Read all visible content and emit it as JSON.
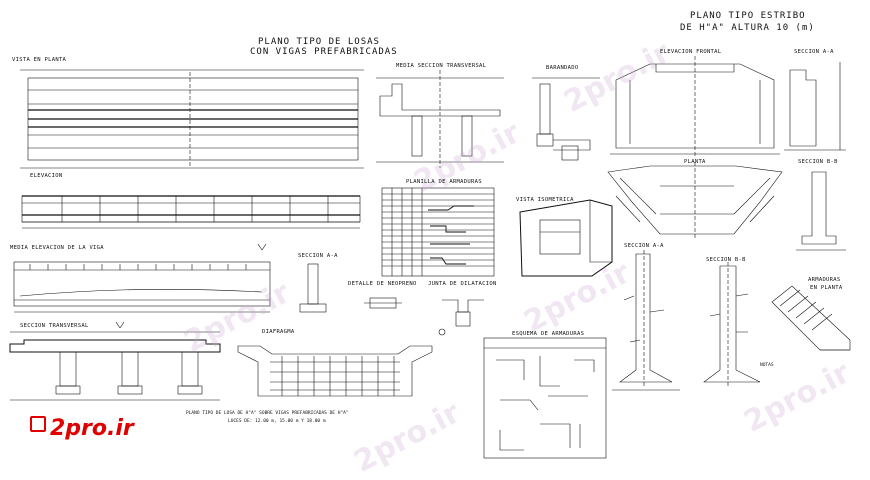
{
  "titles": {
    "losas_l1": "PLANO TIPO DE LOSAS",
    "losas_l2": "CON VIGAS PREFABRICADAS",
    "estribo_l1": "PLANO TIPO ESTRIBO",
    "estribo_l2": "DE H\"A\" ALTURA 10 (m)"
  },
  "labels": {
    "vista_planta": "VISTA EN PLANTA",
    "media_seccion": "MEDIA SECCION TRANSVERSAL",
    "barandado": "BARANDADO",
    "elevacion_frontal": "ELEVACION FRONTAL",
    "seccion_aa_top": "SECCION A-A",
    "elevacion": "ELEVACION",
    "planilla": "PLANILLA DE ARMADURAS",
    "planta": "PLANTA",
    "seccion_bb_top": "SECCION B-B",
    "vista_isometrica": "VISTA ISOMETRICA",
    "media_elevacion": "MEDIA ELEVACION DE LA VIGA",
    "seccion_aa_mid": "SECCION A-A",
    "seccion_aa_right": "SECCION A-A",
    "seccion_bb_right": "SECCION B-B",
    "detalle_neopreno": "DETALLE DE NEOPRENO",
    "junta_dilatacion": "JUNTA DE DILATACION",
    "armaduras_planta_l1": "ARMADURAS",
    "armaduras_planta_l2": "EN PLANTA",
    "seccion_transversal": "SECCION TRANSVERSAL",
    "diafragma": "DIAFRAGMA",
    "esquema_armaduras": "ESQUEMA DE ARMADURAS",
    "notas": "NOTAS",
    "footer_l1": "PLANO TIPO DE LOSA DE H\"A\" SOBRE VIGAS PREFABRICADAS DE H\"A\"",
    "footer_l2": "LUCES DE: 12.00 m, 15.00 m Y 18.00 m"
  },
  "logo": {
    "text": "2pro.ir",
    "color": "#e00000"
  },
  "watermark": {
    "text": "2pro.ir",
    "color": "#c8aad2"
  },
  "colors": {
    "line": "#111111",
    "background": "#ffffff"
  }
}
